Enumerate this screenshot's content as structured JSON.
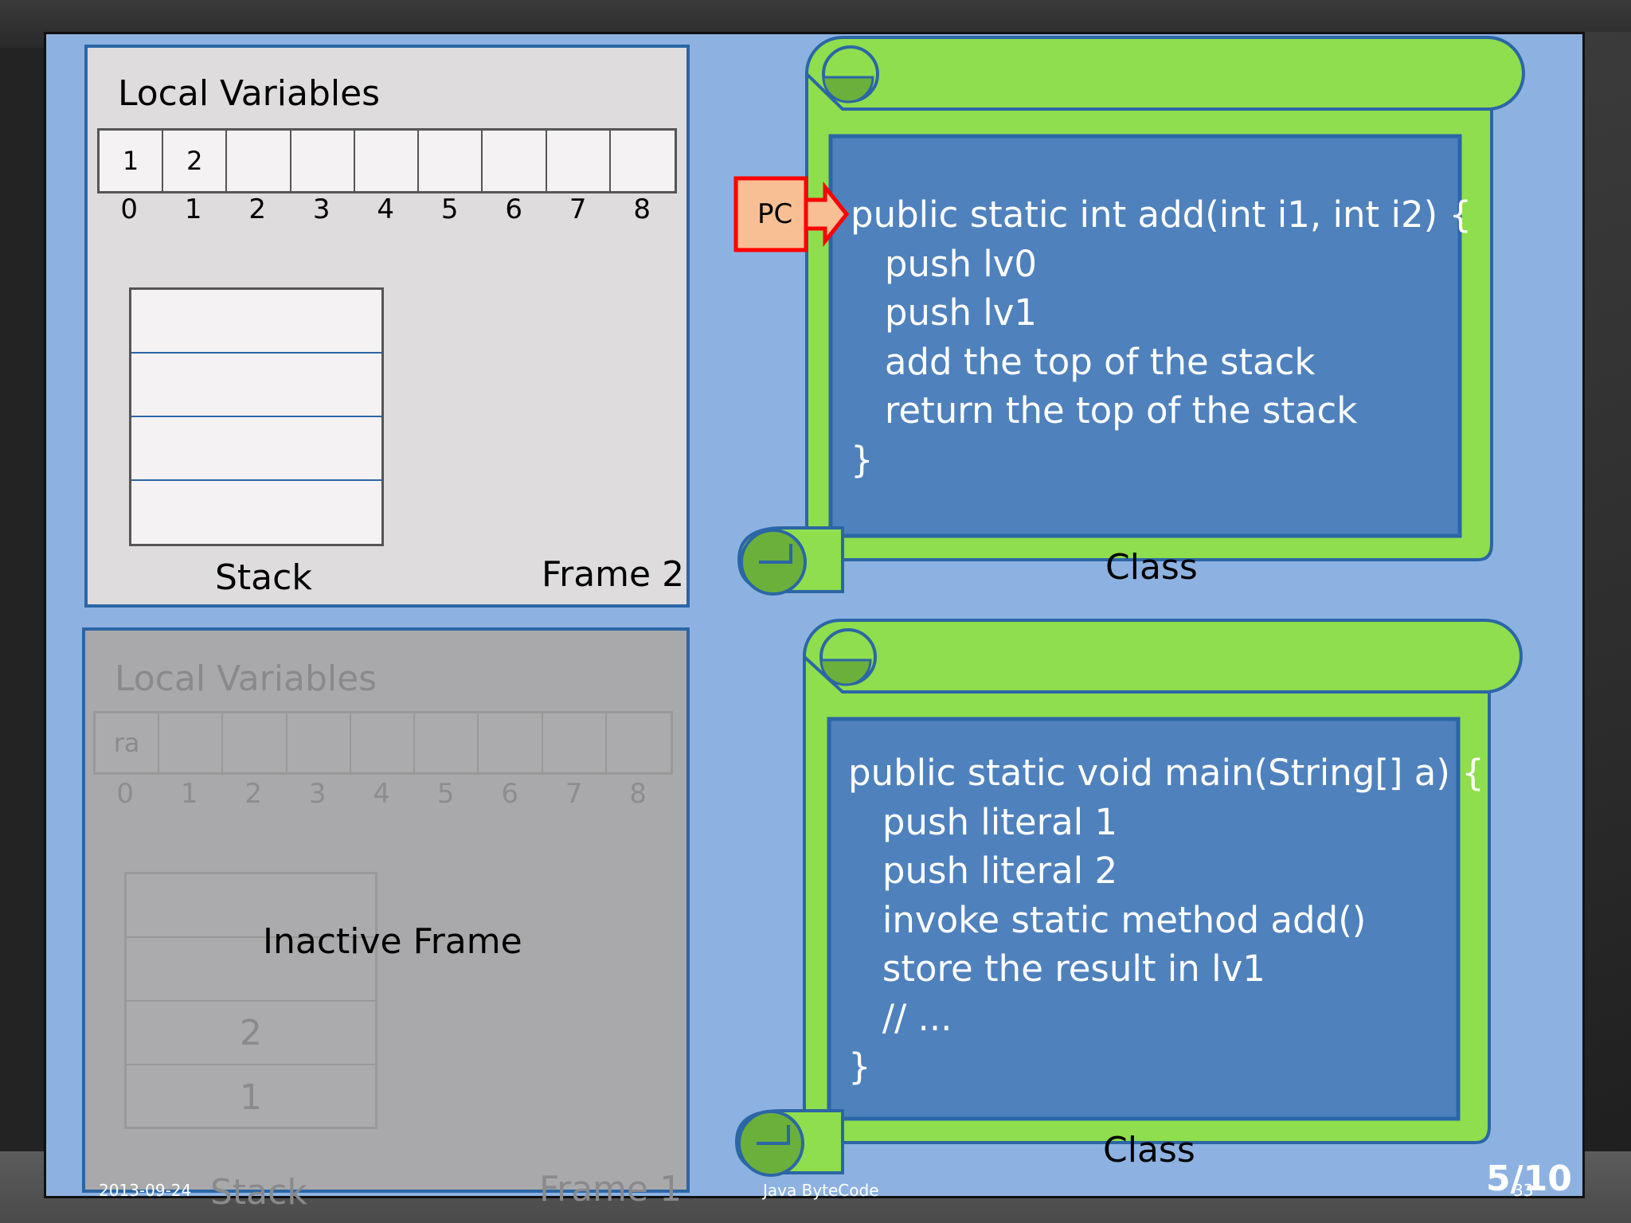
{
  "slide": {
    "footer_date": "2013-09-24",
    "footer_title": "Java ByteCode",
    "page_indicator": "5/10",
    "page_number": "33"
  },
  "frame2": {
    "local_vars_title": "Local Variables",
    "local_vars": [
      "1",
      "2",
      "",
      "",
      "",
      "",
      "",
      "",
      ""
    ],
    "indices": [
      "0",
      "1",
      "2",
      "3",
      "4",
      "5",
      "6",
      "7",
      "8"
    ],
    "stack": [
      "",
      "",
      "",
      ""
    ],
    "stack_label": "Stack",
    "frame_label": "Frame 2"
  },
  "frame1": {
    "local_vars_title": "Local Variables",
    "local_vars": [
      "ra",
      "",
      "",
      "",
      "",
      "",
      "",
      "",
      ""
    ],
    "indices": [
      "0",
      "1",
      "2",
      "3",
      "4",
      "5",
      "6",
      "7",
      "8"
    ],
    "stack": [
      "",
      "",
      "2",
      "1"
    ],
    "stack_label": "Stack",
    "frame_label": "Frame 1",
    "overlay_label": "Inactive Frame"
  },
  "pc": {
    "label": "PC"
  },
  "class_top": {
    "label": "Class",
    "code": [
      "public static int add(int i1, int i2) {",
      "   push lv0",
      "   push lv1",
      "   add the top of the stack",
      "   return the top of the stack",
      "}"
    ]
  },
  "class_bottom": {
    "label": "Class",
    "code": [
      "public static void main(String[] a) {",
      "   push literal 1",
      "   push literal 2",
      "   invoke static method add()",
      "   store the result in lv1",
      "   // ...",
      "}"
    ]
  },
  "colors": {
    "slide_bg": "#8db2e1",
    "scroll_green": "#8fde4d",
    "scroll_dark": "#6bb03a",
    "code_bg": "#4f81bd",
    "border_blue": "#2b66a6",
    "pc_fill": "#f9bf94",
    "pc_border": "#ff0000"
  }
}
